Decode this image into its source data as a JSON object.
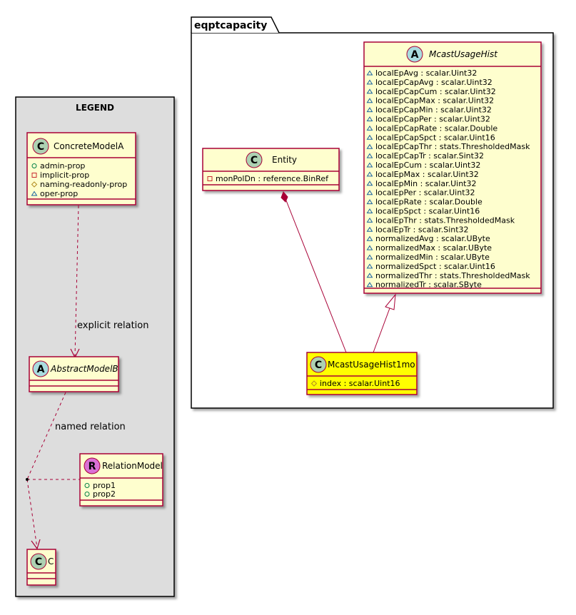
{
  "legend": {
    "title": "LEGEND",
    "concrete": {
      "stereo": "C",
      "name": "ConcreteModelA",
      "props": [
        {
          "vis": "+",
          "text": "admin-prop"
        },
        {
          "vis": "-",
          "text": "implicit-prop"
        },
        {
          "vis": "#",
          "text": "naming-readonly-prop"
        },
        {
          "vis": "~",
          "text": "oper-prop"
        }
      ]
    },
    "explicit_label": "explicit relation",
    "abstract": {
      "stereo": "A",
      "name": "AbstractModelB"
    },
    "named_label": "named relation",
    "relation": {
      "stereo": "R",
      "name": "RelationModel",
      "props": [
        {
          "vis": "+",
          "text": "prop1"
        },
        {
          "vis": "+",
          "text": "prop2"
        }
      ]
    },
    "c": {
      "stereo": "C",
      "name": "C"
    }
  },
  "package": {
    "name": "eqptcapacity",
    "entity": {
      "stereo": "C",
      "name": "Entity",
      "props": [
        {
          "vis": "-",
          "text": "monPolDn : reference.BinRef"
        }
      ]
    },
    "hist": {
      "stereo": "A",
      "name": "McastUsageHist",
      "props": [
        {
          "vis": "~",
          "text": "localEpAvg : scalar.Uint32"
        },
        {
          "vis": "~",
          "text": "localEpCapAvg : scalar.Uint32"
        },
        {
          "vis": "~",
          "text": "localEpCapCum : scalar.Uint32"
        },
        {
          "vis": "~",
          "text": "localEpCapMax : scalar.Uint32"
        },
        {
          "vis": "~",
          "text": "localEpCapMin : scalar.Uint32"
        },
        {
          "vis": "~",
          "text": "localEpCapPer : scalar.Uint32"
        },
        {
          "vis": "~",
          "text": "localEpCapRate : scalar.Double"
        },
        {
          "vis": "~",
          "text": "localEpCapSpct : scalar.Uint16"
        },
        {
          "vis": "~",
          "text": "localEpCapThr : stats.ThresholdedMask"
        },
        {
          "vis": "~",
          "text": "localEpCapTr : scalar.Sint32"
        },
        {
          "vis": "~",
          "text": "localEpCum : scalar.Uint32"
        },
        {
          "vis": "~",
          "text": "localEpMax : scalar.Uint32"
        },
        {
          "vis": "~",
          "text": "localEpMin : scalar.Uint32"
        },
        {
          "vis": "~",
          "text": "localEpPer : scalar.Uint32"
        },
        {
          "vis": "~",
          "text": "localEpRate : scalar.Double"
        },
        {
          "vis": "~",
          "text": "localEpSpct : scalar.Uint16"
        },
        {
          "vis": "~",
          "text": "localEpThr : stats.ThresholdedMask"
        },
        {
          "vis": "~",
          "text": "localEpTr : scalar.Sint32"
        },
        {
          "vis": "~",
          "text": "normalizedAvg : scalar.UByte"
        },
        {
          "vis": "~",
          "text": "normalizedMax : scalar.UByte"
        },
        {
          "vis": "~",
          "text": "normalizedMin : scalar.UByte"
        },
        {
          "vis": "~",
          "text": "normalizedSpct : scalar.Uint16"
        },
        {
          "vis": "~",
          "text": "normalizedThr : stats.ThresholdedMask"
        },
        {
          "vis": "~",
          "text": "normalizedTr : scalar.SByte"
        }
      ]
    },
    "mo": {
      "stereo": "C",
      "name": "McastUsageHist1mo",
      "props": [
        {
          "vis": "#",
          "text": "index : scalar.Uint16"
        }
      ]
    }
  },
  "colors": {
    "class_fill": "#FEFECE",
    "highlight_fill": "#FFFF00",
    "border": "#A80036",
    "legend_bg": "#DDDDDD",
    "stereo_c": "#ADD1B2",
    "stereo_a": "#A9DCDF",
    "stereo_r": "#DA70D6"
  }
}
